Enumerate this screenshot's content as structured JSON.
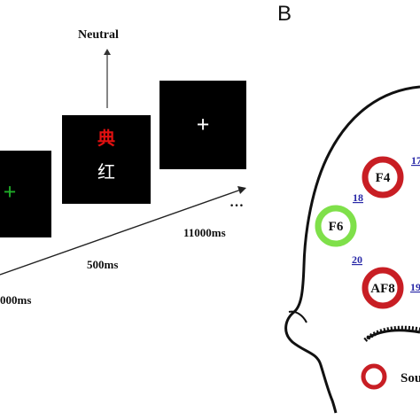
{
  "panel_b_letter": "B",
  "panel_a": {
    "outcome_label": "Neutral",
    "screen1": {
      "symbol": "+",
      "color": "#1fae28"
    },
    "screen2": {
      "top_char": "典",
      "top_color": "#e01010",
      "bottom_char": "红",
      "bottom_color": "#ffffff"
    },
    "screen3": {
      "symbol": "+",
      "color": "#ffffff"
    },
    "timeline_continuation": "…",
    "durations": [
      "000ms",
      "500ms",
      "11000ms"
    ]
  },
  "panel_b": {
    "electrodes": [
      {
        "label": "F4",
        "channel": "17",
        "ring_color": "#c81e24"
      },
      {
        "label": "F6",
        "channel": "18",
        "ring_color": "#7fe04a"
      },
      {
        "label": "AF8",
        "channel": "20",
        "ring_color": "#c81e24"
      },
      {
        "label": "",
        "channel": "19",
        "ring_color": "#c81e24"
      }
    ],
    "legend": {
      "label": "Sou",
      "ring_color": "#c81e24"
    }
  }
}
